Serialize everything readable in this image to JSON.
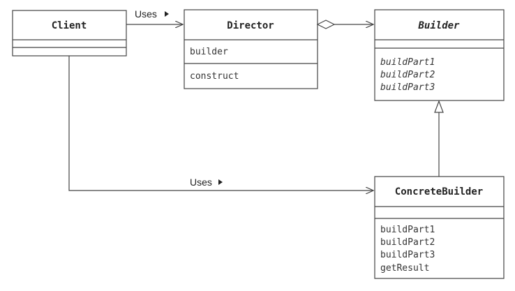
{
  "classes": {
    "client": {
      "name": "Client",
      "attributes": [],
      "methods": []
    },
    "director": {
      "name": "Director",
      "attributes": [
        "builder"
      ],
      "methods": [
        "construct"
      ]
    },
    "builder": {
      "name": "Builder",
      "abstract": true,
      "attributes": [],
      "methods": [
        "buildPart1",
        "buildPart2",
        "buildPart3"
      ]
    },
    "concrete": {
      "name": "ConcreteBuilder",
      "attributes": [],
      "methods": [
        "buildPart1",
        "buildPart2",
        "buildPart3",
        "getResult"
      ]
    }
  },
  "relations": {
    "client_director_label": "Uses",
    "client_concrete_label": "Uses"
  }
}
